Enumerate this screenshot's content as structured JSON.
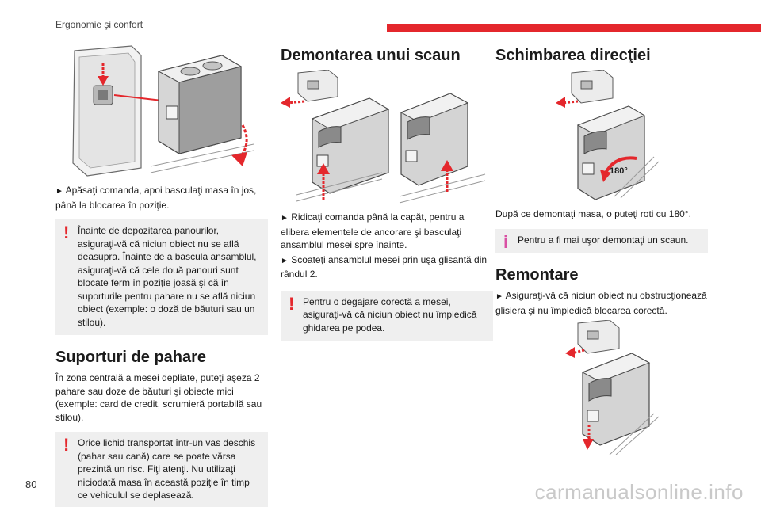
{
  "header": {
    "title": "Ergonomie şi confort"
  },
  "page_number": "80",
  "watermark": "carmanualsonline.info",
  "col1": {
    "step1": "Apăsaţi comanda, apoi basculaţi masa în jos, până la blocarea în poziţie.",
    "warning1": "Înainte de depozitarea panourilor, asiguraţi-vă că niciun obiect nu se află deasupra. Înainte de a bascula ansamblul, asiguraţi-vă că cele două panouri sunt blocate ferm în poziţie joasă şi că în suporturile pentru pahare nu se află niciun obiect (exemple: o doză de băuturi sau un stilou).",
    "section_title": "Suporturi de pahare",
    "paragraph": "În zona centrală a mesei depliate, puteţi aşeza 2 pahare sau doze de băuturi şi obiecte mici (exemple: card de credit, scrumieră portabilă sau stilou).",
    "warning2": "Orice lichid transportat într-un vas deschis (pahar sau cană) care se poate vărsa prezintă un risc. Fiţi atenţi. Nu utilizaţi niciodată masa în această poziţie în timp ce vehiculul se deplasează."
  },
  "col2": {
    "section_title": "Demontarea unui scaun",
    "step1": "Ridicaţi comanda până la capăt, pentru a elibera elementele de ancorare şi basculaţi ansamblul mesei spre înainte.",
    "step2": "Scoateţi ansamblul mesei prin uşa glisantă din rândul 2.",
    "warning": "Pentru o degajare corectă a mesei, asiguraţi-vă că niciun obiect nu împiedică ghidarea pe podea."
  },
  "col3": {
    "section_title": "Schimbarea direcţiei",
    "label_180": "180°",
    "paragraph": "După ce demontaţi masa, o puteţi roti cu 180°.",
    "info": "Pentru a fi mai uşor demontaţi un scaun.",
    "section2_title": "Remontare",
    "step1": "Asiguraţi-vă că niciun obiect nu obstrucţionează glisiera şi nu împiedică blocarea corectă."
  },
  "symbols": {
    "bullet": "►",
    "warning": "!",
    "info": "i"
  },
  "colors": {
    "accent_red": "#e4272c",
    "info_pink": "#d94fa3",
    "callout_bg": "#efefef"
  }
}
